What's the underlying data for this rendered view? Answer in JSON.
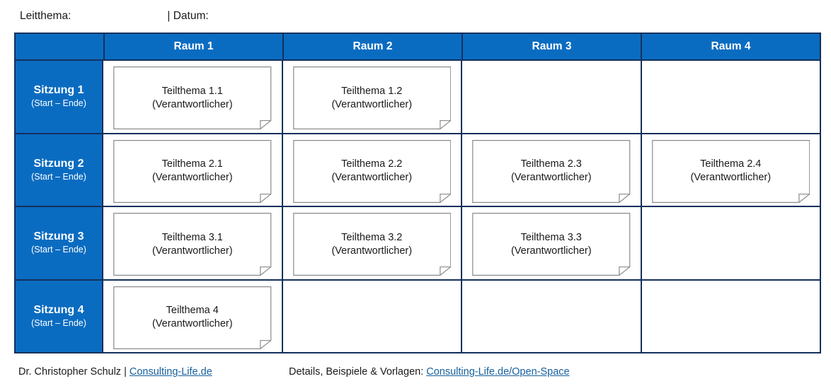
{
  "meta": {
    "leitthema_label": "Leitthema:",
    "datum_label": "| Datum:"
  },
  "colors": {
    "header_blue": "#0a6cc1",
    "border_navy": "#14305c",
    "card_border": "#8c8c8c",
    "link_blue": "#17609e",
    "text": "#1a1a1a",
    "background": "#ffffff"
  },
  "table": {
    "corner_header": "",
    "column_headers": [
      "Raum 1",
      "Raum 2",
      "Raum 3",
      "Raum 4"
    ],
    "rows": [
      {
        "label": "Sitzung 1",
        "sublabel": "(Start – Ende)",
        "cells": [
          {
            "title": "Teilthema 1.1",
            "owner": "(Verantwortlicher)",
            "empty": false
          },
          {
            "title": "Teilthema 1.2",
            "owner": "(Verantwortlicher)",
            "empty": false
          },
          {
            "title": "",
            "owner": "",
            "empty": true
          },
          {
            "title": "",
            "owner": "",
            "empty": true
          }
        ]
      },
      {
        "label": "Sitzung 2",
        "sublabel": "(Start – Ende)",
        "cells": [
          {
            "title": "Teilthema 2.1",
            "owner": "(Verantwortlicher)",
            "empty": false
          },
          {
            "title": "Teilthema 2.2",
            "owner": "(Verantwortlicher)",
            "empty": false
          },
          {
            "title": "Teilthema 2.3",
            "owner": "(Verantwortlicher)",
            "empty": false
          },
          {
            "title": "Teilthema 2.4",
            "owner": "(Verantwortlicher)",
            "empty": false
          }
        ]
      },
      {
        "label": "Sitzung 3",
        "sublabel": "(Start – Ende)",
        "cells": [
          {
            "title": "Teilthema 3.1",
            "owner": "(Verantwortlicher)",
            "empty": false
          },
          {
            "title": "Teilthema 3.2",
            "owner": "(Verantwortlicher)",
            "empty": false
          },
          {
            "title": "Teilthema 3.3",
            "owner": "(Verantwortlicher)",
            "empty": false
          },
          {
            "title": "",
            "owner": "",
            "empty": true
          }
        ]
      },
      {
        "label": "Sitzung 4",
        "sublabel": "(Start – Ende)",
        "cells": [
          {
            "title": "Teilthema 4",
            "owner": "(Verantwortlicher)",
            "empty": false
          },
          {
            "title": "",
            "owner": "",
            "empty": true
          },
          {
            "title": "",
            "owner": "",
            "empty": true
          },
          {
            "title": "",
            "owner": "",
            "empty": true
          }
        ]
      }
    ]
  },
  "footer": {
    "author": "Dr. Christopher Schulz | ",
    "author_link": "Consulting-Life.de",
    "details_prefix": "Details, Beispiele & Vorlagen: ",
    "details_link": "Consulting-Life.de/Open-Space"
  }
}
